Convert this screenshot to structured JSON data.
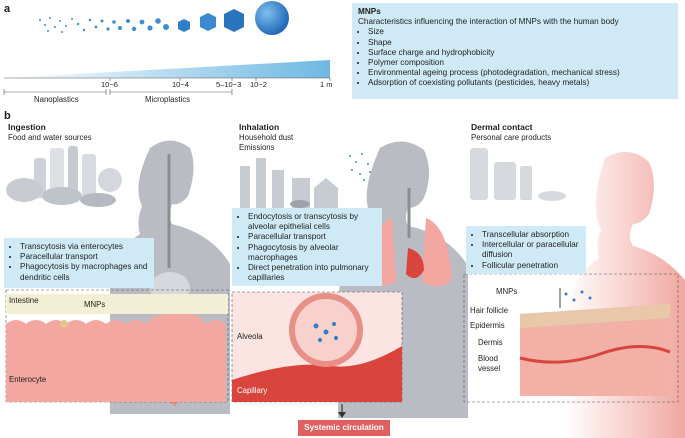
{
  "panel_a": {
    "letter": "a",
    "axis_ticks": [
      "10−6",
      "10−4",
      "5–10−3",
      "10−2",
      "1 m"
    ],
    "ranges": [
      "Nanoplastics",
      "Microplastics"
    ],
    "info": {
      "title": "MNPs",
      "subtitle": "Characteristics influencing the interaction of MNPs with the human body",
      "items": [
        "Size",
        "Shape",
        "Surface charge and hydrophobicity",
        "Polymer composition",
        "Environmental ageing process (photodegradation, mechanical stress)",
        "Adsorption of coexisting pollutants (pesticides, heavy metals)"
      ]
    }
  },
  "panel_b": {
    "letter": "b",
    "ingestion": {
      "title": "Ingestion",
      "subtitle": "Food and water sources",
      "bullets": [
        "Transcytosis via enterocytes",
        "Paracellular transport",
        "Phagocytosis by macrophages and dendritic cells"
      ],
      "labels": {
        "intestine": "Intestine",
        "mnps": "MNPs",
        "enterocyte": "Enterocyte"
      }
    },
    "inhalation": {
      "title": "Inhalation",
      "subtitle_lines": [
        "Household dust",
        "Emissions"
      ],
      "bullets": [
        "Endocytosis or transcytosis by alveolar epithelial cells",
        "Paracellular transport",
        "Phagocytosis by alveolar macrophages",
        "Direct penetration into pulmonary capillaries"
      ],
      "labels": {
        "alveola": "Alveola",
        "capillary": "Capillary"
      }
    },
    "dermal": {
      "title": "Dermal contact",
      "subtitle": "Personal care products",
      "bullets": [
        "Transcellular absorption",
        "Intercellular or paracellular diffusion",
        "Follicular penetration"
      ],
      "labels": {
        "mnps": "MNPs",
        "hair_follicle": "Hair follicle",
        "epidermis": "Epidermis",
        "dermis": "Dermis",
        "blood_vessel_1": "Blood",
        "blood_vessel_2": "vessel"
      }
    },
    "systemic": "Systemic circulation"
  },
  "colors": {
    "info_bg": "#cfeaf6",
    "particle": "#2f7fc6",
    "silhouette": "#b9bcc3",
    "tissue": "#f3a7a0",
    "capillary": "#d9443c",
    "systemic": "#e06060"
  }
}
